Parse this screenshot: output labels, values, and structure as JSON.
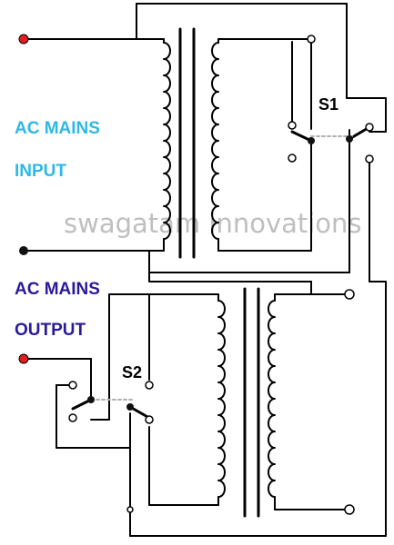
{
  "labels": {
    "input_line1": "AC MAINS",
    "input_line2": "INPUT",
    "output_line1": "AC MAINS",
    "output_line2": "OUTPUT",
    "switch1": "S1",
    "switch2": "S2",
    "watermark": "swagatam innovations"
  },
  "colors": {
    "input_text": "#2eb8e6",
    "output_text": "#2a1a9a",
    "switch_text": "#000000",
    "watermark_text": "#bfbfbf",
    "wire": "#000000",
    "terminal_red": "#e02020",
    "terminal_black": "#111111",
    "linkage_dash": "#b0b0b0"
  }
}
